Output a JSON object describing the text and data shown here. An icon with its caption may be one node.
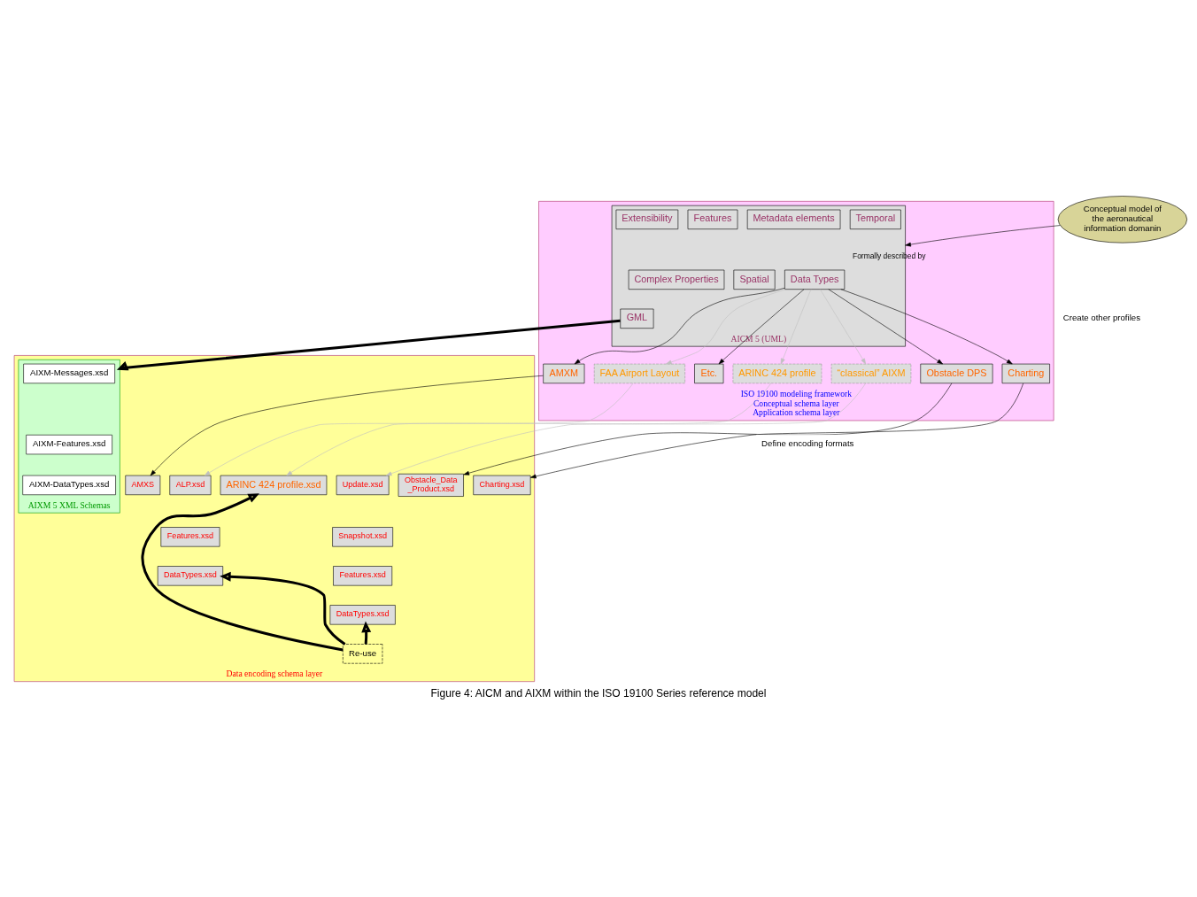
{
  "diagram": {
    "caption": "Figure 4: AICM and AIXM within the ISO 19100 Series reference model",
    "nodes": [
      {
        "text": [
          "ISO 19100 modeling framework",
          "Conceptual schema layer",
          "Application schema layer"
        ]
      },
      {
        "text": [
          "Data encoding schema layer"
        ]
      },
      {
        "text": [
          "Conceptual model of the aeronautical information domanin"
        ]
      },
      {
        "text": [
          "AICM 5 (UML)"
        ],
        "in": 0
      },
      {
        "text": [
          "Spatial"
        ],
        "in": 3
      },
      {
        "text": [
          "Temporal"
        ],
        "in": 3
      },
      {
        "text": [
          "Metadata elements"
        ],
        "in": 3
      },
      {
        "text": [
          "Features"
        ],
        "in": 3
      },
      {
        "text": [
          "GML"
        ],
        "in": 3
      },
      {
        "text": [
          "Complex Properties"
        ],
        "in": 3
      },
      {
        "text": [
          "Data Types"
        ],
        "in": 3
      },
      {
        "text": [
          "Extensibility"
        ],
        "in": 3
      },
      {
        "text": [
          "“classical” AIXM"
        ],
        "in": 0
      },
      {
        "text": [
          "Obstacle DPS"
        ],
        "in": 0
      },
      {
        "text": [
          "Charting"
        ],
        "in": 0
      },
      {
        "text": [
          "AMXM"
        ],
        "in": 0
      },
      {
        "text": [
          "FAA Airport Layout"
        ],
        "in": 0
      },
      {
        "text": [
          "ARINC 424 profile"
        ],
        "in": 0
      },
      {
        "text": [
          "Etc."
        ],
        "in": 0
      },
      {
        "text": [
          "AIXM 5 XML Schemas"
        ],
        "in": 1
      },
      {
        "text": [
          "AIXM-Messages.xsd"
        ],
        "in": 19
      },
      {
        "text": [
          "AIXM-Features.xsd"
        ],
        "in": 19
      },
      {
        "text": [
          "AIXM-DataTypes.xsd"
        ],
        "in": 19
      },
      {
        "text": [
          "Update.xsd"
        ],
        "in": 1
      },
      {
        "text": [
          "Snapshot.xsd"
        ],
        "in": 1
      },
      {
        "text": [
          "Features.xsd"
        ],
        "in": 1
      },
      {
        "text": [
          "DataTypes.xsd"
        ],
        "in": 1
      },
      {
        "text": [
          "Obstacle_Data _Product.xsd"
        ],
        "in": 1
      },
      {
        "text": [
          "Charting.xsd"
        ],
        "in": 1
      },
      {
        "text": [
          "AMXS"
        ],
        "in": 1
      },
      {
        "text": [
          "ALP.xsd"
        ],
        "in": 1
      },
      {
        "text": [
          "Features.xsd"
        ],
        "in": 1
      },
      {
        "text": [
          "DataTypes.xsd"
        ],
        "in": 1
      },
      {
        "text": [
          "ARINC 424 profile.xsd"
        ],
        "in": 1
      },
      {
        "text": [
          "Re-use"
        ],
        "in": 1
      }
    ],
    "edges": [
      {
        "from": 2,
        "to": 3,
        "arrow": "to",
        "label": "Formally described by"
      },
      {
        "from": 10,
        "to": 12,
        "arrow": "to",
        "color": "#c0c0c0"
      },
      {
        "from": 10,
        "to": 13,
        "arrow": "to"
      },
      {
        "from": 10,
        "to": 14,
        "arrow": "to"
      },
      {
        "from": 10,
        "to": 15,
        "arrow": "to"
      },
      {
        "from": 10,
        "to": 16,
        "arrow": "to",
        "color": "#c0c0c0"
      },
      {
        "from": 10,
        "to": 17,
        "arrow": "to",
        "color": "#c0c0c0"
      },
      {
        "from": 10,
        "to": 18,
        "arrow": "to"
      },
      {
        "from": 12,
        "to": 23,
        "arrow": "to",
        "color": "#c0c0c0"
      },
      {
        "from": 13,
        "to": 27,
        "arrow": "to"
      },
      {
        "from": 14,
        "to": 28,
        "arrow": "to"
      },
      {
        "from": 15,
        "to": 29,
        "arrow": "to"
      },
      {
        "from": 16,
        "to": 30,
        "arrow": "to",
        "color": "#c0c0c0"
      },
      {
        "from": 17,
        "to": 33,
        "arrow": "to",
        "color": "#c0c0c0"
      },
      {
        "from": 8,
        "to": 19,
        "arrow": "to",
        "style": "thick"
      },
      {
        "from": 34,
        "to": 26,
        "arrow": "to",
        "style": "thick"
      },
      {
        "from": 34,
        "to": 32,
        "arrow": "to",
        "style": "thick"
      },
      {
        "from": 34,
        "to": 33,
        "arrow": "to",
        "style": "thick"
      }
    ],
    "labels": [
      "Create other profiles",
      "Define encoding formats"
    ]
  }
}
